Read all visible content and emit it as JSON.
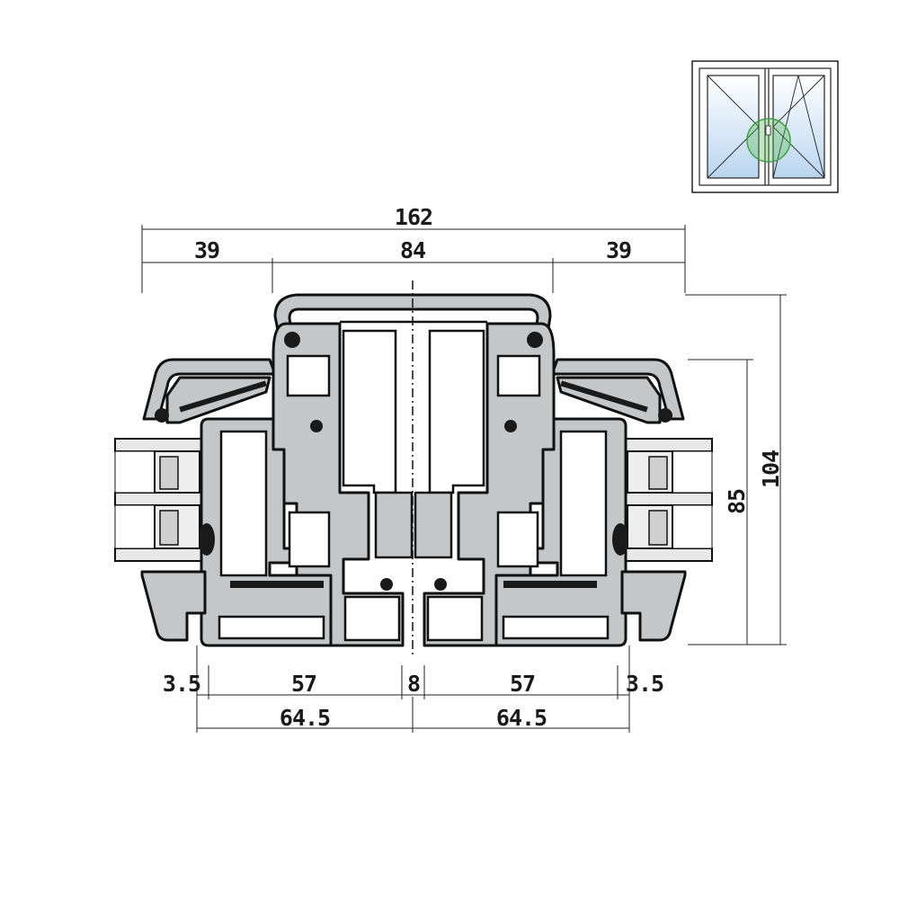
{
  "dimensions": {
    "total_width": "162",
    "left_sash": "39",
    "middle": "84",
    "right_sash": "39",
    "height_total": "104",
    "height_inner": "85",
    "left_offset": "3.5",
    "left_profile": "57",
    "gap": "8",
    "right_profile": "57",
    "right_offset": "3.5",
    "left_half": "64.5",
    "right_half": "64.5"
  },
  "colors": {
    "profile_fill": "#c4c6c8",
    "outline": "#111111",
    "glass_pane": "#cfe3f5",
    "highlight_circle": "#4db84d"
  },
  "thumbnail": {
    "type": "two-sash-window",
    "left_sash": "turn",
    "right_sash": "tilt-turn"
  }
}
